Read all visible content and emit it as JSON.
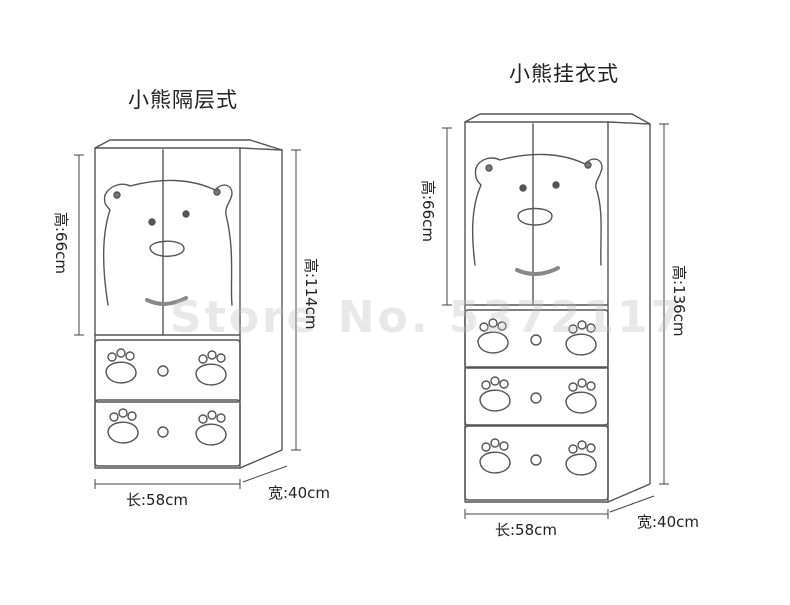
{
  "left": {
    "title": "小熊隔层式",
    "height_door": "高:66cm",
    "height_total": "高:114cm",
    "length": "长:58cm",
    "width": "宽:40cm"
  },
  "right": {
    "title": "小熊挂衣式",
    "height_door": "高:66cm",
    "height_total": "高:136cm",
    "length": "长:58cm",
    "width": "宽:40cm"
  },
  "watermark": "Store No. 5372117"
}
